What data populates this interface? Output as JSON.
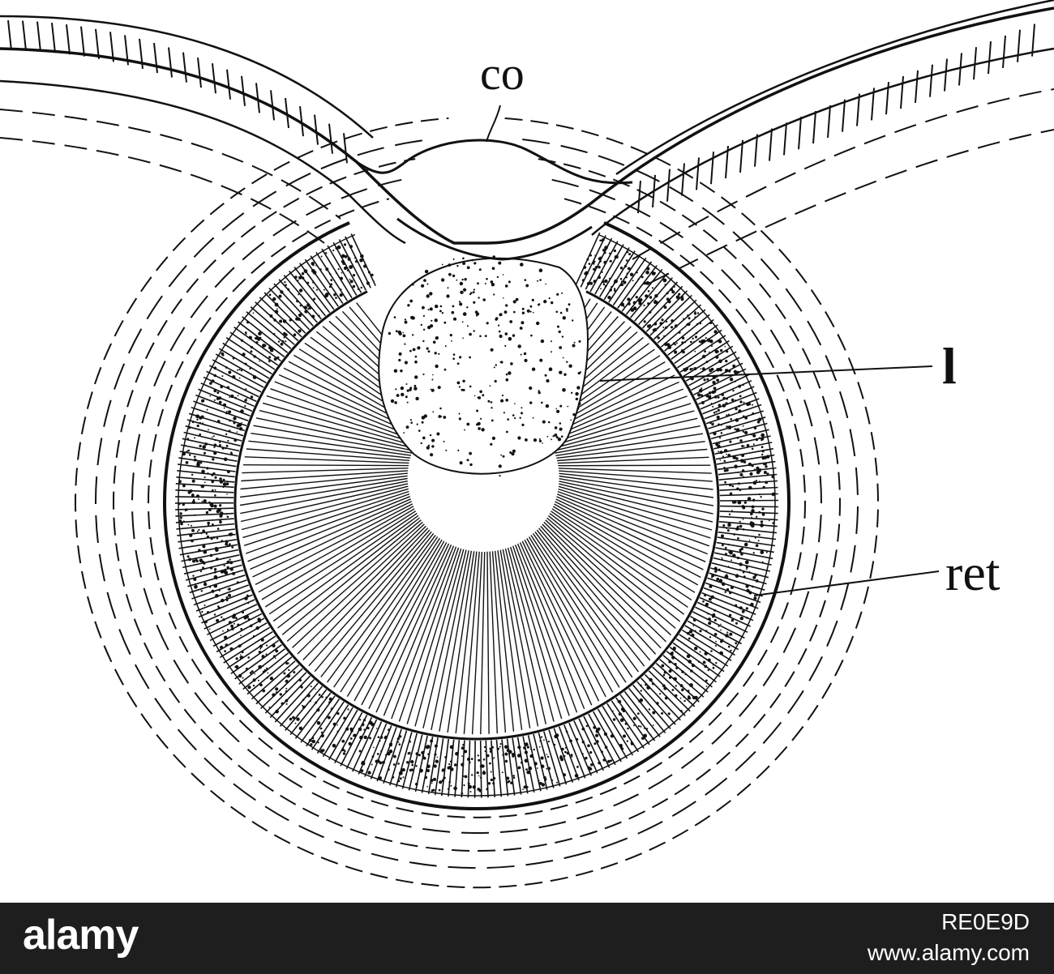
{
  "figure": {
    "labels": {
      "cornea": "co",
      "lens": "l",
      "retina": "ret"
    }
  },
  "footer": {
    "brand": "alamy",
    "image_id": "RE0E9D",
    "site": "www.alamy.com"
  },
  "colors": {
    "ink": "#111111",
    "paper": "#ffffff",
    "footer_bg": "#1f1e1e"
  }
}
